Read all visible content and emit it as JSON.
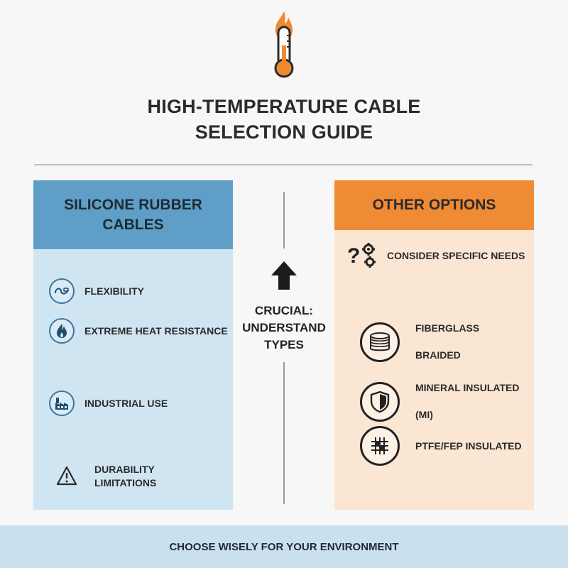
{
  "header": {
    "icon": "thermometer-flame-icon",
    "title_line1": "HIGH-TEMPERATURE CABLE",
    "title_line2": "SELECTION GUIDE"
  },
  "left_panel": {
    "title_line1": "SILICONE RUBBER",
    "title_line2": "CABLES",
    "color": "#5f9fc7",
    "items": [
      {
        "icon": "cable-icon",
        "label": "FLEXIBILITY"
      },
      {
        "icon": "flame-icon",
        "label": "EXTREME HEAT RESISTANCE"
      },
      {
        "icon": "factory-icon",
        "label": "INDUSTRIAL USE"
      },
      {
        "icon": "warning-icon",
        "label_line1": "DURABILITY",
        "label_line2": "LIMITATIONS"
      }
    ]
  },
  "center": {
    "icon": "up-arrow-icon",
    "line1": "CRUCIAL:",
    "line2": "UNDERSTAND",
    "line3": "TYPES"
  },
  "right_panel": {
    "title": "OTHER OPTIONS",
    "color": "#ef8a35",
    "consider": {
      "icon": "question-gears-icon",
      "label": "CONSIDER SPECIFIC NEEDS"
    },
    "options": [
      {
        "icon": "braided-cable-icon",
        "label_line1": "FIBERGLASS",
        "label_line2": "BRAIDED"
      },
      {
        "icon": "shield-icon",
        "label_line1": "MINERAL INSULATED",
        "label_line2": "(MI)"
      },
      {
        "icon": "ptfe-grid-icon",
        "label": "PTFE/FEP INSULATED"
      }
    ]
  },
  "footer": {
    "text": "CHOOSE WISELY FOR YOUR ENVIRONMENT"
  }
}
